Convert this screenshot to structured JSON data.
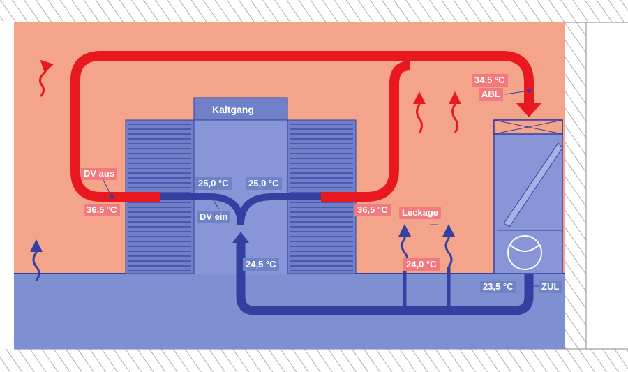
{
  "colors": {
    "warm_room": "#f4a48a",
    "cold_floor": "#7e8fd2",
    "rack": "#6f82c8",
    "hot_air": "#e8181e",
    "cold_air": "#3440a0",
    "label_red": "#f07a7e",
    "label_blue": "#6f82c8"
  },
  "icons": [
    "hatched-wall",
    "air-rack",
    "crac-unit",
    "fan",
    "airflow-arrow",
    "wavy-arrow"
  ],
  "labels": {
    "kaltgang": "Kaltgang",
    "dv_aus": "DV aus",
    "temp_left_hot": "36,5 °C",
    "temp_dv_left": "25,0 °C",
    "dv_ein": "DV ein",
    "temp_dv_right": "25,0 °C",
    "temp_right_hot": "36,5 °C",
    "temp_floor": "24,5 °C",
    "temp_abl": "34,5 °C",
    "abl": "ABL",
    "leckage": "Leckage",
    "temp_leckage": "24,0 °C",
    "temp_zul": "23,5 °C",
    "zul": "ZUL"
  }
}
